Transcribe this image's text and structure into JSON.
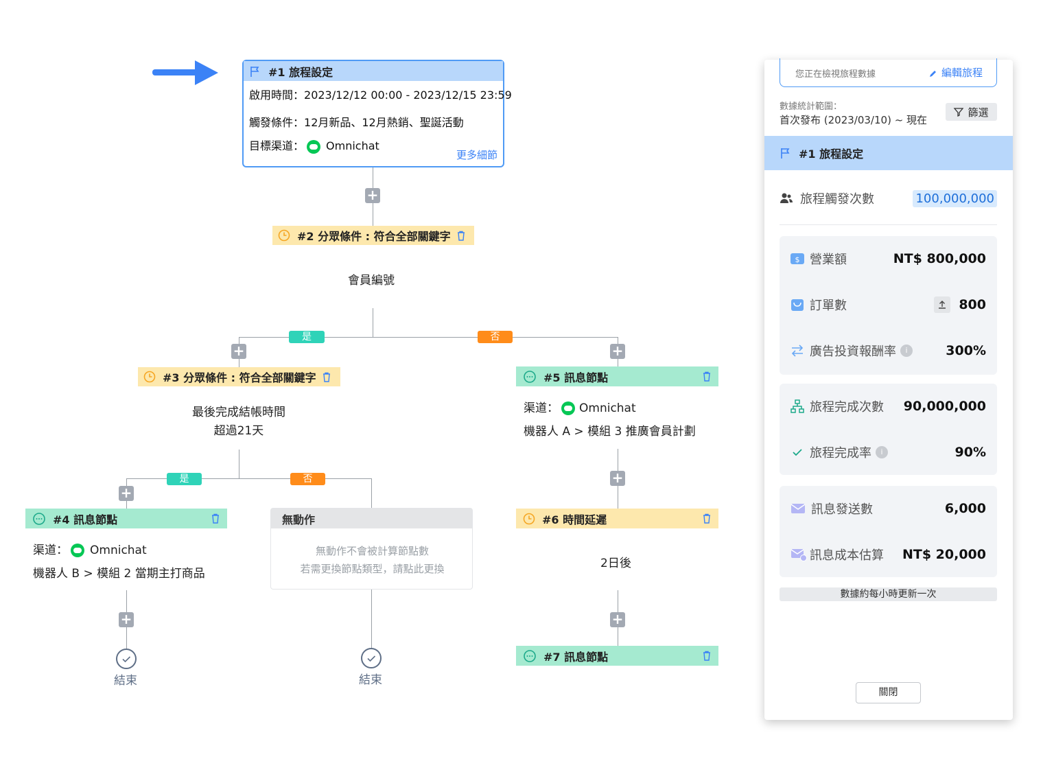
{
  "node1": {
    "title": "#1 旅程設定",
    "time_label": "啟用時間：",
    "time_value": "2023/12/12 00:00 - 2023/12/15 23:59",
    "trigger_label": "觸發條件：",
    "trigger_value": "12月新品、12月熱銷、聖誕活動",
    "channel_label": "目標渠道：",
    "channel_value": "Omnichat",
    "more_link": "更多細節"
  },
  "node2": {
    "title": "#2 分眾條件 : 符合全部關鍵字",
    "content": "會員編號"
  },
  "branch_labels": {
    "yes": "是",
    "no": "否"
  },
  "node3": {
    "title": "#3 分眾條件 : 符合全部關鍵字",
    "line1": "最後完成結帳時間",
    "line2": "超過21天"
  },
  "node4": {
    "title": "#4 訊息節點",
    "channel_label": "渠道：",
    "channel_value": "Omnichat",
    "path": "機器人 B > 模組 2 當期主打商品"
  },
  "noaction": {
    "title": "無動作",
    "line1": "無動作不會被計算節點數",
    "line2": "若需更換節點類型，請點此更換"
  },
  "node5": {
    "title": "#5 訊息節點",
    "channel_label": "渠道：",
    "channel_value": "Omnichat",
    "path": "機器人 A > 模組 3 推廣會員計劃"
  },
  "node6": {
    "title": "#6 時間延遲",
    "content": "2日後"
  },
  "node7": {
    "title": "#7 訊息節點"
  },
  "end_label": "結束",
  "panel": {
    "viewing_text": "您正在檢視旅程數據",
    "edit_link": "編輯旅程",
    "range_label": "數據統計範圍：",
    "range_value": "首次發布 (2023/03/10) ~ 現在",
    "filter_button": "篩選",
    "section_title": "#1 旅程設定",
    "trigger_count_label": "旅程觸發次數",
    "trigger_count_value": "100,000,000",
    "stats1": [
      {
        "icon": "dollar-icon",
        "label": "營業額",
        "value": "NT$ 800,000"
      },
      {
        "icon": "bag-icon",
        "label": "訂單數",
        "value": "800"
      },
      {
        "icon": "swap-icon",
        "label": "廣告投資報酬率",
        "value": "300%"
      }
    ],
    "stats2": [
      {
        "icon": "hierarchy-icon",
        "label": "旅程完成次數",
        "value": "90,000,000"
      },
      {
        "icon": "check-icon",
        "label": "旅程完成率",
        "value": "90%"
      }
    ],
    "stats3": [
      {
        "icon": "mail-icon",
        "label": "訊息發送數",
        "value": "6,000"
      },
      {
        "icon": "mail-cost-icon",
        "label": "訊息成本估算",
        "value": "NT$ 20,000"
      }
    ],
    "update_note": "數據約每小時更新一次",
    "close_button": "關閉"
  },
  "colors": {
    "accent_blue": "#4f9af5",
    "header_blue": "#b8d7fb",
    "condition_yellow": "#fde8ad",
    "message_green": "#a5ead0",
    "yes_teal": "#2fd3b8",
    "no_orange": "#ff8c1a",
    "line_green": "#06c755"
  }
}
